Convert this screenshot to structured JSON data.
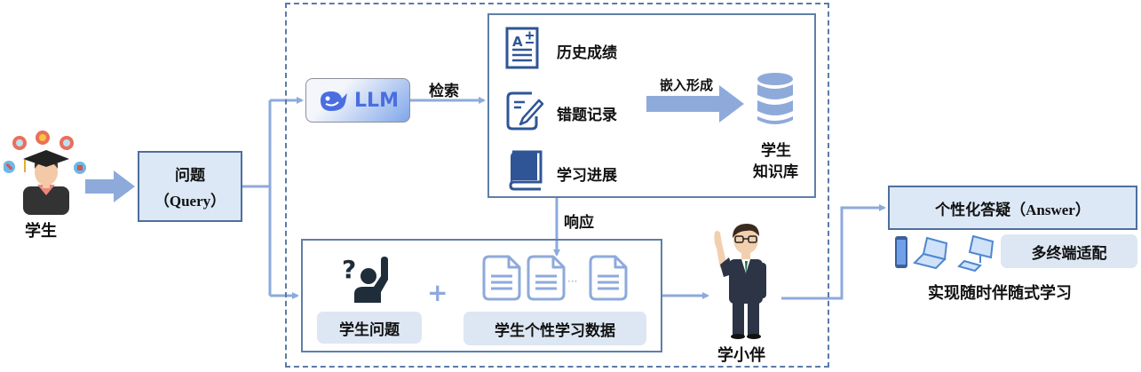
{
  "student": {
    "label": "学生"
  },
  "query": {
    "title": "问题",
    "subtitle": "（Query）"
  },
  "llm": {
    "label": "LLM",
    "icon": "whale-icon"
  },
  "retrieve_label": "检索",
  "data_items": [
    {
      "label": "历史成绩",
      "icon": "grade-sheet-icon"
    },
    {
      "label": "错题记录",
      "icon": "edit-note-icon"
    },
    {
      "label": "学习进展",
      "icon": "book-icon"
    }
  ],
  "embed_label": "嵌入形成",
  "knowledge_base": {
    "line1": "学生",
    "line2": "知识库",
    "icon": "database-icon"
  },
  "response_label": "响应",
  "bottom": {
    "question_label": "学生问题",
    "plus": "+",
    "data_label": "学生个性学习数据",
    "ellipsis": "···"
  },
  "companion": {
    "label": "学小伴"
  },
  "answer": {
    "zh": "个性化答疑",
    "en": "（Answer）"
  },
  "multi_terminal": {
    "label": "多终端适配"
  },
  "slogan": "实现随时伴随式学习",
  "colors": {
    "arrow": "#8eaadb",
    "border": "#4e6f9c",
    "box_fill": "#dce8f6",
    "dashed": "#5a7ba8",
    "icon_dark": "#2f5597"
  }
}
